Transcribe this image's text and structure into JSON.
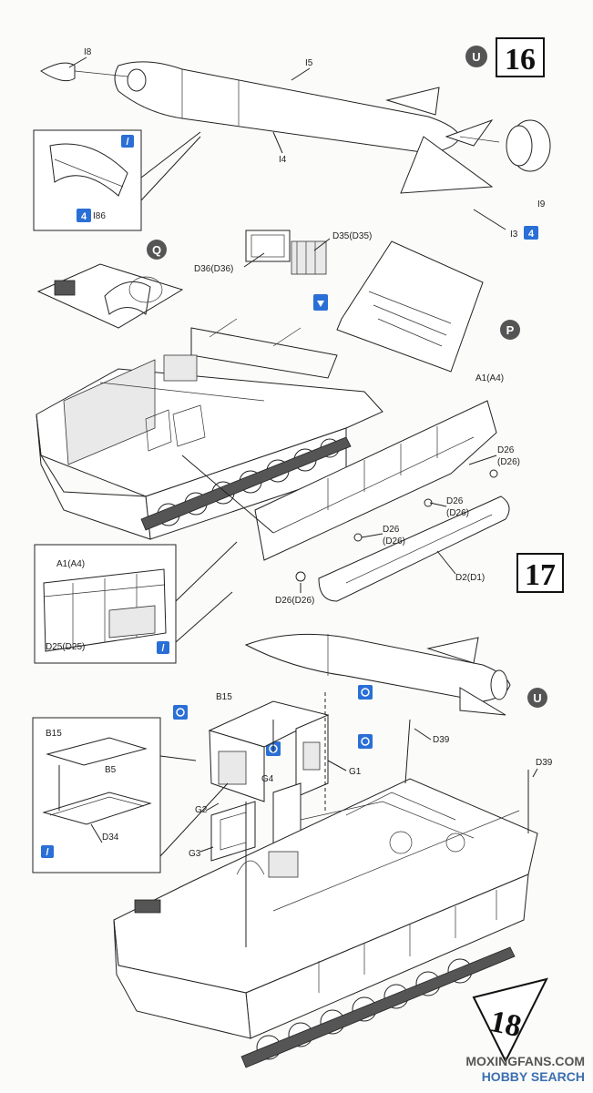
{
  "steps": {
    "step16": "16",
    "step17": "17",
    "step18": "18"
  },
  "markers": {
    "u_top": "U",
    "u_bottom": "U",
    "q": "Q",
    "p": "P"
  },
  "quantities": {
    "i3_qty": "4",
    "i86_qty": "4"
  },
  "labels": {
    "i8": "I8",
    "i5": "I5",
    "i4": "I4",
    "i9": "I9",
    "i3": "I3",
    "i86": "I86",
    "d35": "D35(D35)",
    "d36": "D36(D36)",
    "a1": "A1(A4)",
    "d26a": "D26",
    "d26a2": "(D26)",
    "d26b": "D26",
    "d26b2": "(D26)",
    "d26c": "D26",
    "d26c2": "(D26)",
    "d26d": "D26(D26)",
    "d2": "D2(D1)",
    "a1_inset": "A1(A4)",
    "d25": "D25(D25)",
    "b15": "B15",
    "b15_inset": "B15",
    "b5": "B5",
    "d34": "D34",
    "g1": "G1",
    "g2": "G2",
    "g3": "G3",
    "g4": "G4",
    "d39a": "D39",
    "d39b": "D39"
  },
  "watermark": {
    "line1": "MOXINGFANS.COM",
    "line2": "HOBBY SEARCH"
  },
  "icons": [
    "glue-icon",
    "fragile-decal-icon",
    "rotate-icon"
  ],
  "colors": {
    "accent_blue": "#2a6fd6",
    "marker_gray": "#555555"
  }
}
